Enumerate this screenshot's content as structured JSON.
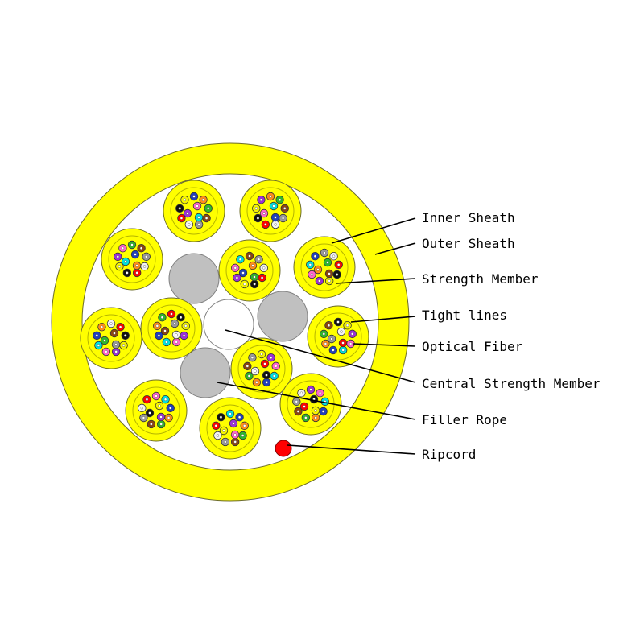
{
  "labels": {
    "inner_sheath": "Inner Sheath",
    "outer_sheath": "Outer Sheath",
    "strength_member": "Strength Member",
    "tight_lines": "Tight lines",
    "optical_fiber": "Optical Fiber",
    "central_strength_member": "Central Strength Member",
    "filler_rope": "Filler Rope",
    "ripcord": "Ripcord"
  },
  "colors": {
    "sheath_yellow": "#ffff00",
    "outline": "#6b6b2a",
    "filler_gray": "#c0c0c0",
    "ripcord_red": "#ff0000",
    "central_white": "#ffffff",
    "fiber_colors": [
      "#1f3fbf",
      "#ff8c1a",
      "#2db82d",
      "#8b4513",
      "#9a9a9a",
      "#f2f2f2",
      "#ff0000",
      "#111111",
      "#f5f500",
      "#9b30d9",
      "#ff66cc",
      "#00e0e0"
    ]
  }
}
